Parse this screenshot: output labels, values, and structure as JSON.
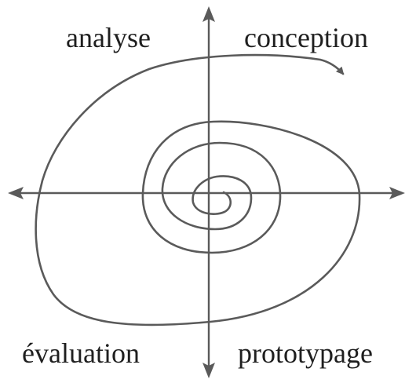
{
  "diagram": {
    "quadrants": {
      "top_left": "analyse",
      "top_right": "conception",
      "bottom_left": "évaluation",
      "bottom_right": "prototypage"
    },
    "colors": {
      "stroke": "#5a5a5a",
      "text": "#1f1f1f",
      "background": "#ffffff"
    }
  }
}
